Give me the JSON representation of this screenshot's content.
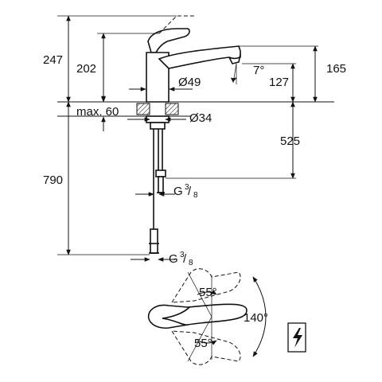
{
  "dimensions": {
    "total_height": "247",
    "handle_height": "202",
    "spout_height": "165",
    "spout_clearance": "127",
    "spout_angle": "7°",
    "base_diameter": "Ø49",
    "max_deck": "max. 60",
    "hole_diameter": "Ø34",
    "hose_length": "525",
    "overall_length": "790",
    "connection_upper": {
      "main": "G",
      "num": "3",
      "den": "8"
    },
    "connection_lower": {
      "main": "G",
      "num": "3",
      "den": "8"
    }
  },
  "rotation": {
    "upper_angle": "55°",
    "lower_angle": "55°",
    "swivel_range": "140°"
  },
  "symbols": {
    "electrical": "lightning-bolt-icon"
  }
}
